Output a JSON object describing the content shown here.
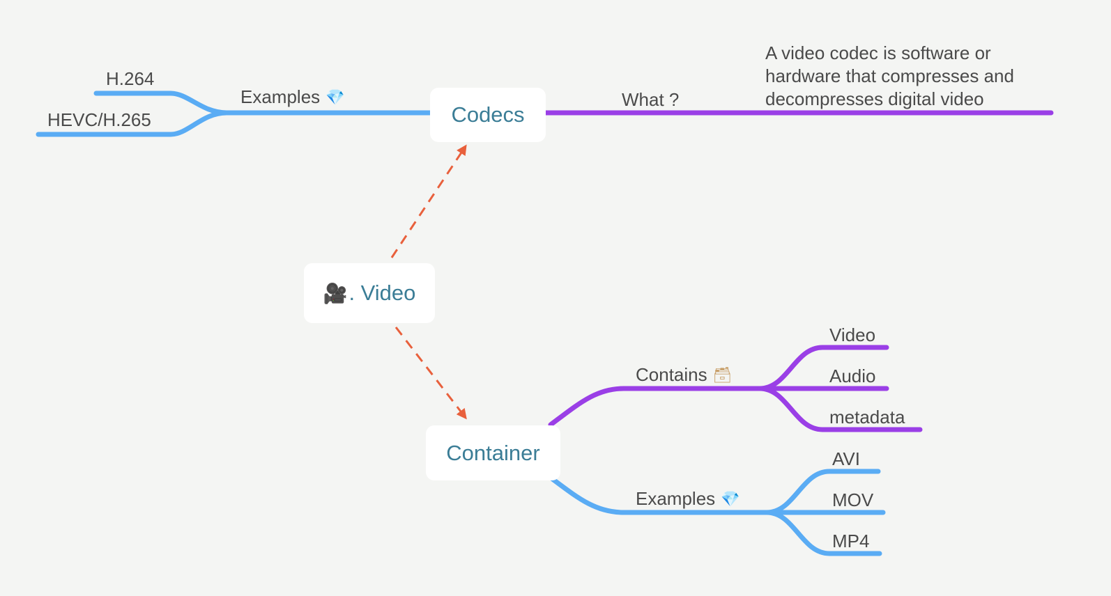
{
  "colors": {
    "blue_branch": "#5aacf4",
    "purple_branch": "#9a3fe6",
    "dashed_link": "#e8603c",
    "node_text": "#3b7d96"
  },
  "central": {
    "icon": "movie-camera-icon",
    "icon_glyph": "🎥",
    "label": ". Video"
  },
  "codecs": {
    "title": "Codecs",
    "examples": {
      "label": "Examples",
      "icon": "gem-icon",
      "icon_glyph": "💎",
      "items": [
        "H.264",
        "HEVC/H.265"
      ]
    },
    "what": {
      "label": "What ?",
      "description": "A video codec is software or hardware that compresses and decompresses digital video"
    }
  },
  "container": {
    "title": "Container",
    "contains": {
      "label": "Contains",
      "icon": "box-icon",
      "icon_glyph": "🗃",
      "items": [
        "Video",
        "Audio",
        "metadata"
      ]
    },
    "examples": {
      "label": "Examples",
      "icon": "gem-icon",
      "icon_glyph": "💎",
      "items": [
        "AVI",
        "MOV",
        "MP4"
      ]
    }
  }
}
